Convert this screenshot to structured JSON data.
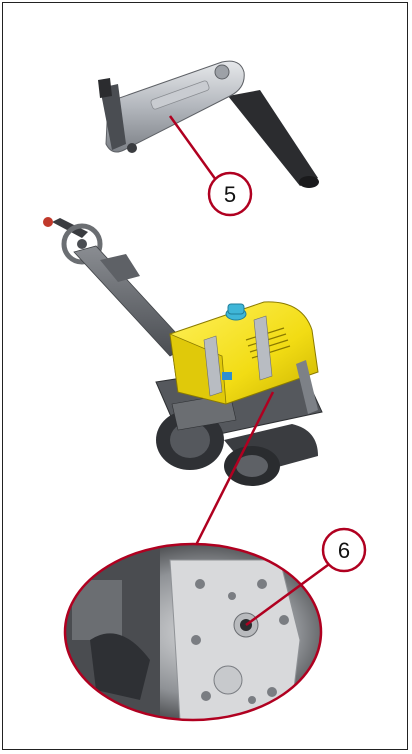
{
  "figure": {
    "callouts": [
      {
        "id": "5",
        "label": "5"
      },
      {
        "id": "6",
        "label": "6"
      }
    ],
    "colors": {
      "callout_ring": "#b00020",
      "leader_line": "#b00020",
      "machine_body": "#f2e21a",
      "machine_frame": "#6b6e72",
      "drum": "#3a3c40",
      "cap": "#3fb6d8",
      "tool_metal": "#b8bcc2"
    },
    "objects": {
      "tool": "wrench-tool-illustration",
      "machine": "roller-compactor-illustration",
      "detail": "pump-detail-closeup"
    }
  }
}
